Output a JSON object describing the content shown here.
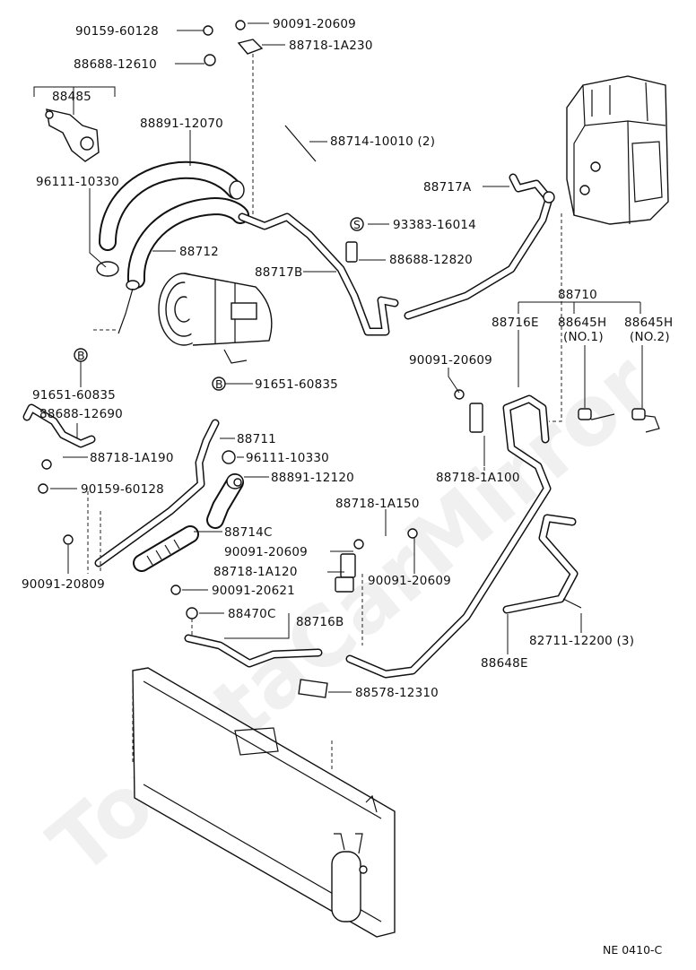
{
  "watermark": "ToyotaCarMirror",
  "footer_code": "NE  0410-C",
  "labels": {
    "p90159_60128_top": "90159-60128",
    "p90091_20609_top": "90091-20609",
    "p88718_1A230": "88718-1A230",
    "p88688_12610": "88688-12610",
    "p88485": "88485",
    "p88891_12070": "88891-12070",
    "p88714_10010": "88714-10010 (2)",
    "p96111_10330_top": "96111-10330",
    "p88717A": "88717A",
    "p93383_16014": "93383-16014",
    "p88712": "88712",
    "p88688_12820": "88688-12820",
    "p88717B": "88717B",
    "p88710": "88710",
    "p88716E": "88716E",
    "p88645H_1": "88645H",
    "p88645H_1_no": "(NO.1)",
    "p88645H_2": "88645H",
    "p88645H_2_no": "(NO.2)",
    "p90091_20609_mid": "90091-20609",
    "p91651_60835_left": "91651-60835",
    "p91651_60835_right": "91651-60835",
    "p88688_12690": "88688-12690",
    "p88711": "88711",
    "p88718_1A190": "88718-1A190",
    "p96111_10330_mid": "96111-10330",
    "p88891_12120": "88891-12120",
    "p88718_1A100": "88718-1A100",
    "p90159_60128_mid": "90159-60128",
    "p88718_1A150": "88718-1A150",
    "p88714C": "88714C",
    "p90091_20609_c1": "90091-20609",
    "p90091_20809": "90091-20809",
    "p88718_1A120": "88718-1A120",
    "p90091_20609_c2": "90091-20609",
    "p90091_20621": "90091-20621",
    "p88470C": "88470C",
    "p88716B": "88716B",
    "p82711_12200": "82711-12200 (3)",
    "p88648E": "88648E",
    "p88578_12310": "88578-12310",
    "mark_S": "S",
    "mark_B_left": "B",
    "mark_B_right": "B"
  }
}
